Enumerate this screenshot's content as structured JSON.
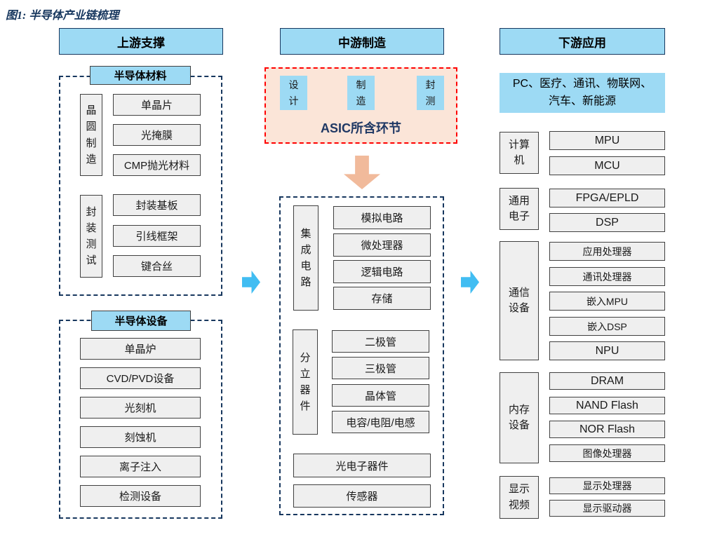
{
  "title": "图1:  半导体产业链梳理",
  "colors": {
    "light_blue": "#9DDAF4",
    "navy_dash": "#17375E",
    "gray_box": "#EFEFEF",
    "asic_pink": "#FBE5D8",
    "asic_border_red": "#FF0000",
    "down_arrow_salmon": "#F1BA9B",
    "flow_arrow_blue": "#41BDF2",
    "caption_navy": "#1F3864"
  },
  "columns": {
    "upstream": {
      "header": "上游支撑",
      "materials": {
        "label": "半导体材料",
        "groups": [
          {
            "side_label": "晶圆制造",
            "items": [
              "单晶片",
              "光掩膜",
              "CMP抛光材料"
            ]
          },
          {
            "side_label": "封装测试",
            "items": [
              "封装基板",
              "引线框架",
              "键合丝"
            ]
          }
        ]
      },
      "equipment": {
        "label": "半导体设备",
        "items": [
          "单晶炉",
          "CVD/PVD设备",
          "光刻机",
          "刻蚀机",
          "离子注入",
          "检测设备"
        ]
      }
    },
    "midstream": {
      "header": "中游制造",
      "asic": {
        "steps": [
          "设计",
          "制造",
          "封测"
        ],
        "caption": "ASIC所含环节"
      },
      "products": {
        "groups": [
          {
            "side_label": "集成电路",
            "items": [
              "模拟电路",
              "微处理器",
              "逻辑电路",
              "存储"
            ]
          },
          {
            "side_label": "分立器件",
            "items": [
              "二极管",
              "三极管",
              "晶体管",
              "电容/电阻/电感"
            ]
          }
        ],
        "wide_items": [
          "光电子器件",
          "传感器"
        ]
      }
    },
    "downstream": {
      "header": "下游应用",
      "applications": "PC、医疗、通讯、物联网、\n汽车、新能源",
      "groups": [
        {
          "label": "计算\n机",
          "items": [
            "MPU",
            "MCU"
          ]
        },
        {
          "label": "通用\n电子",
          "items": [
            "FPGA/EPLD",
            "DSP"
          ]
        },
        {
          "label": "通信\n设备",
          "items": [
            "应用处理器",
            "通讯处理器",
            "嵌入MPU",
            "嵌入DSP",
            "NPU"
          ]
        },
        {
          "label": "内存\n设备",
          "items": [
            "DRAM",
            "NAND Flash",
            "NOR Flash",
            "图像处理器"
          ]
        },
        {
          "label": "显示\n视频",
          "items": [
            "显示处理器",
            "显示驱动器"
          ]
        }
      ]
    }
  }
}
